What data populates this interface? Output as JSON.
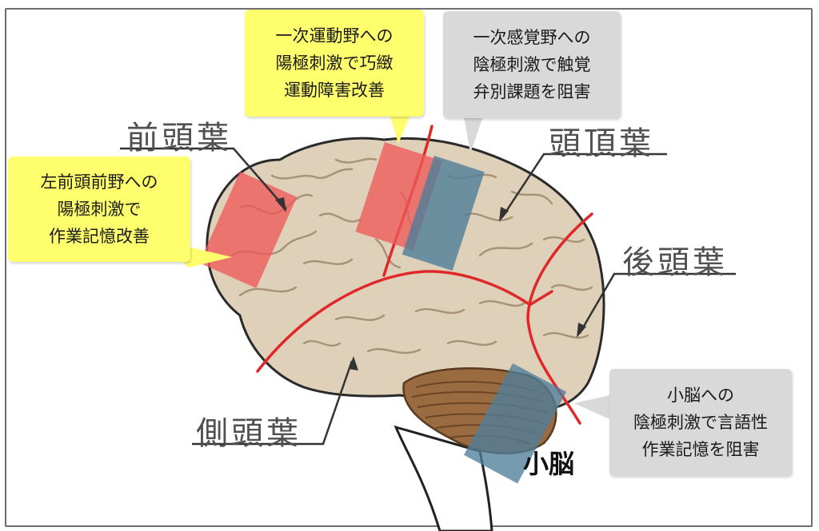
{
  "lobes": {
    "frontal": "前頭葉",
    "parietal": "頭頂葉",
    "occipital": "後頭葉",
    "temporal": "側頭葉",
    "cerebellum": "小脳"
  },
  "callouts": {
    "prefrontal": {
      "lines": [
        "左前頭前野への",
        "陽極刺激で",
        "作業記憶改善"
      ],
      "color": "#ffff6e"
    },
    "motor": {
      "lines": [
        "一次運動野への",
        "陽極刺激で巧緻",
        "運動障害改善"
      ],
      "color": "#ffff6e"
    },
    "sensory": {
      "lines": [
        "一次感覚野への",
        "陰極刺激で触覚",
        "弁別課題を阻害"
      ],
      "color": "#d9d9d9"
    },
    "cerebellum": {
      "lines": [
        "小脳への",
        "陰極刺激で言語性",
        "作業記憶を阻害"
      ],
      "color": "#d9d9d9"
    }
  },
  "colors": {
    "cortex": "#dfd1b9",
    "cerebellum": "#9a6a41",
    "anodal": "#ee5a5a",
    "cathodal": "#4f7e9a",
    "sulcus": "#e02828"
  }
}
